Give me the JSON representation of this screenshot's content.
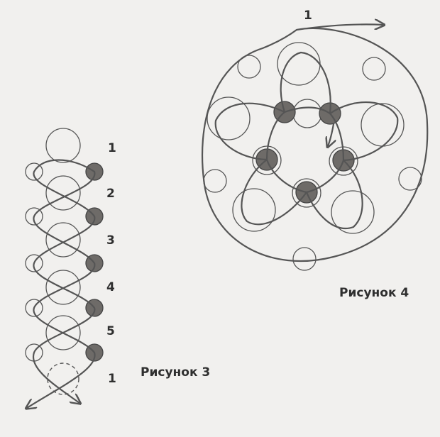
{
  "figure3": {
    "caption": "Рисунок 3",
    "row_labels": [
      "1",
      "2",
      "3",
      "4",
      "5",
      "1"
    ]
  },
  "figure4": {
    "caption": "Рисунок 4",
    "arrow_label": "1"
  }
}
